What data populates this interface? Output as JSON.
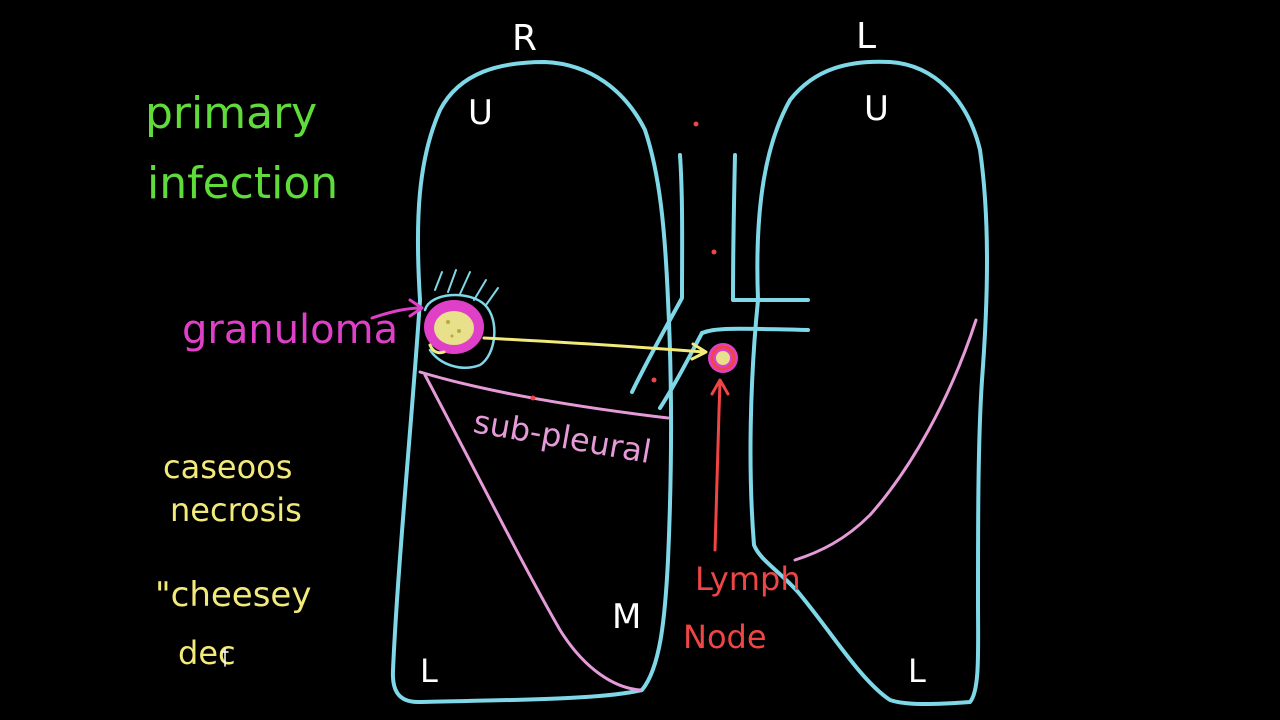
{
  "colors": {
    "background": "#000000",
    "lung_outline": "#7fd8e8",
    "fissure": "#e59bd8",
    "green": "#5fdc3a",
    "magenta": "#e040c8",
    "yellow": "#f2ea7a",
    "red": "#f04545",
    "white": "#ffffff",
    "cheese": "#e8e08a"
  },
  "labels": {
    "title_line1": "primary",
    "title_line2": "infection",
    "granuloma": "granuloma",
    "subpleural": "sub-pleural",
    "caseous_line1": "caseoos",
    "caseous_line2": "necrosis",
    "cheesey_line1": "\"cheesey",
    "cheesey_line2": "dec",
    "lymph_line1": "Lymph",
    "lymph_line2": "Node"
  },
  "lobes": {
    "right_side": "R",
    "left_side": "L",
    "right_upper": "U",
    "left_upper": "U",
    "right_middle": "M",
    "right_lower": "L",
    "left_lower": "L"
  }
}
